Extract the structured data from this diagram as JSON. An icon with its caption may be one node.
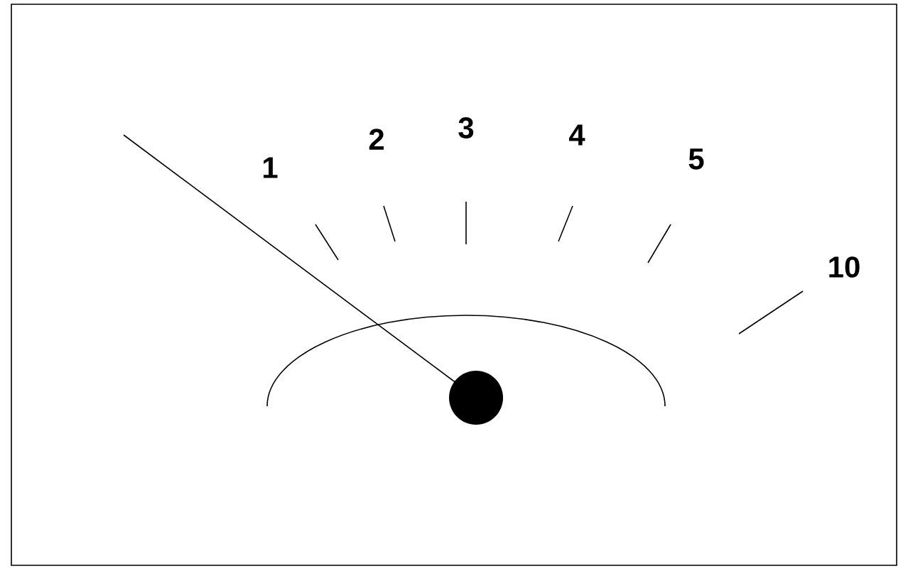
{
  "diagram": {
    "labels": [
      "1",
      "2",
      "3",
      "4",
      "5",
      "10"
    ]
  }
}
